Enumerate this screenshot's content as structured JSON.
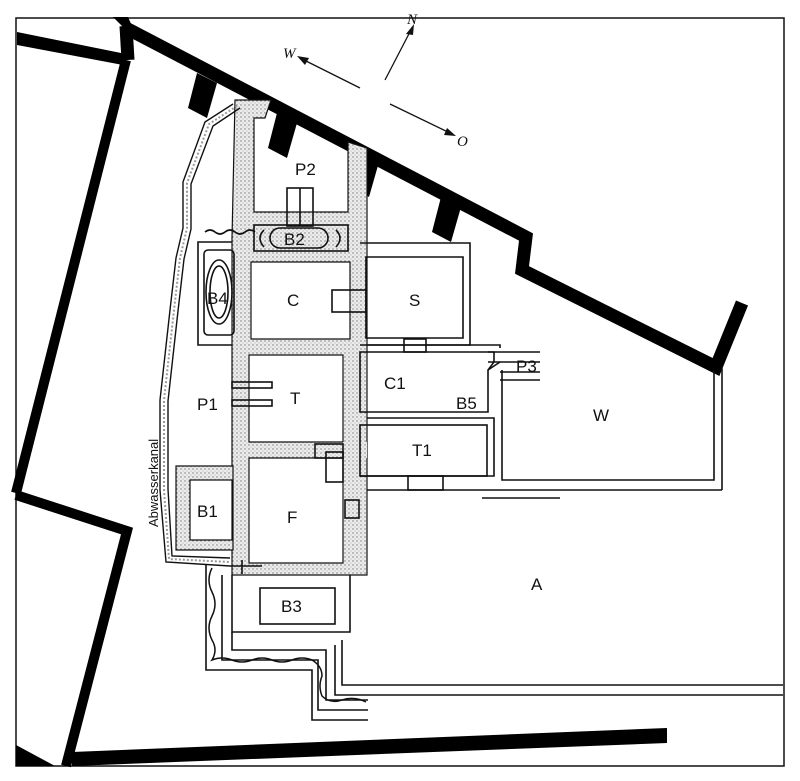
{
  "compass": {
    "north": "N",
    "west": "W",
    "east": "O"
  },
  "canal_label": "Abwasserkanal",
  "rooms": {
    "p2": "P2",
    "b2": "B2",
    "b4": "B4",
    "c": "C",
    "s": "S",
    "p1": "P1",
    "t": "T",
    "c1": "C1",
    "b5": "B5",
    "p3": "P3",
    "w": "W",
    "t1": "T1",
    "b1": "B1",
    "f": "F",
    "b3": "B3",
    "a": "A"
  },
  "colors": {
    "stroke": "#111111",
    "wall": "#000000",
    "hatch": "#e7e7e7",
    "background": "#ffffff"
  }
}
